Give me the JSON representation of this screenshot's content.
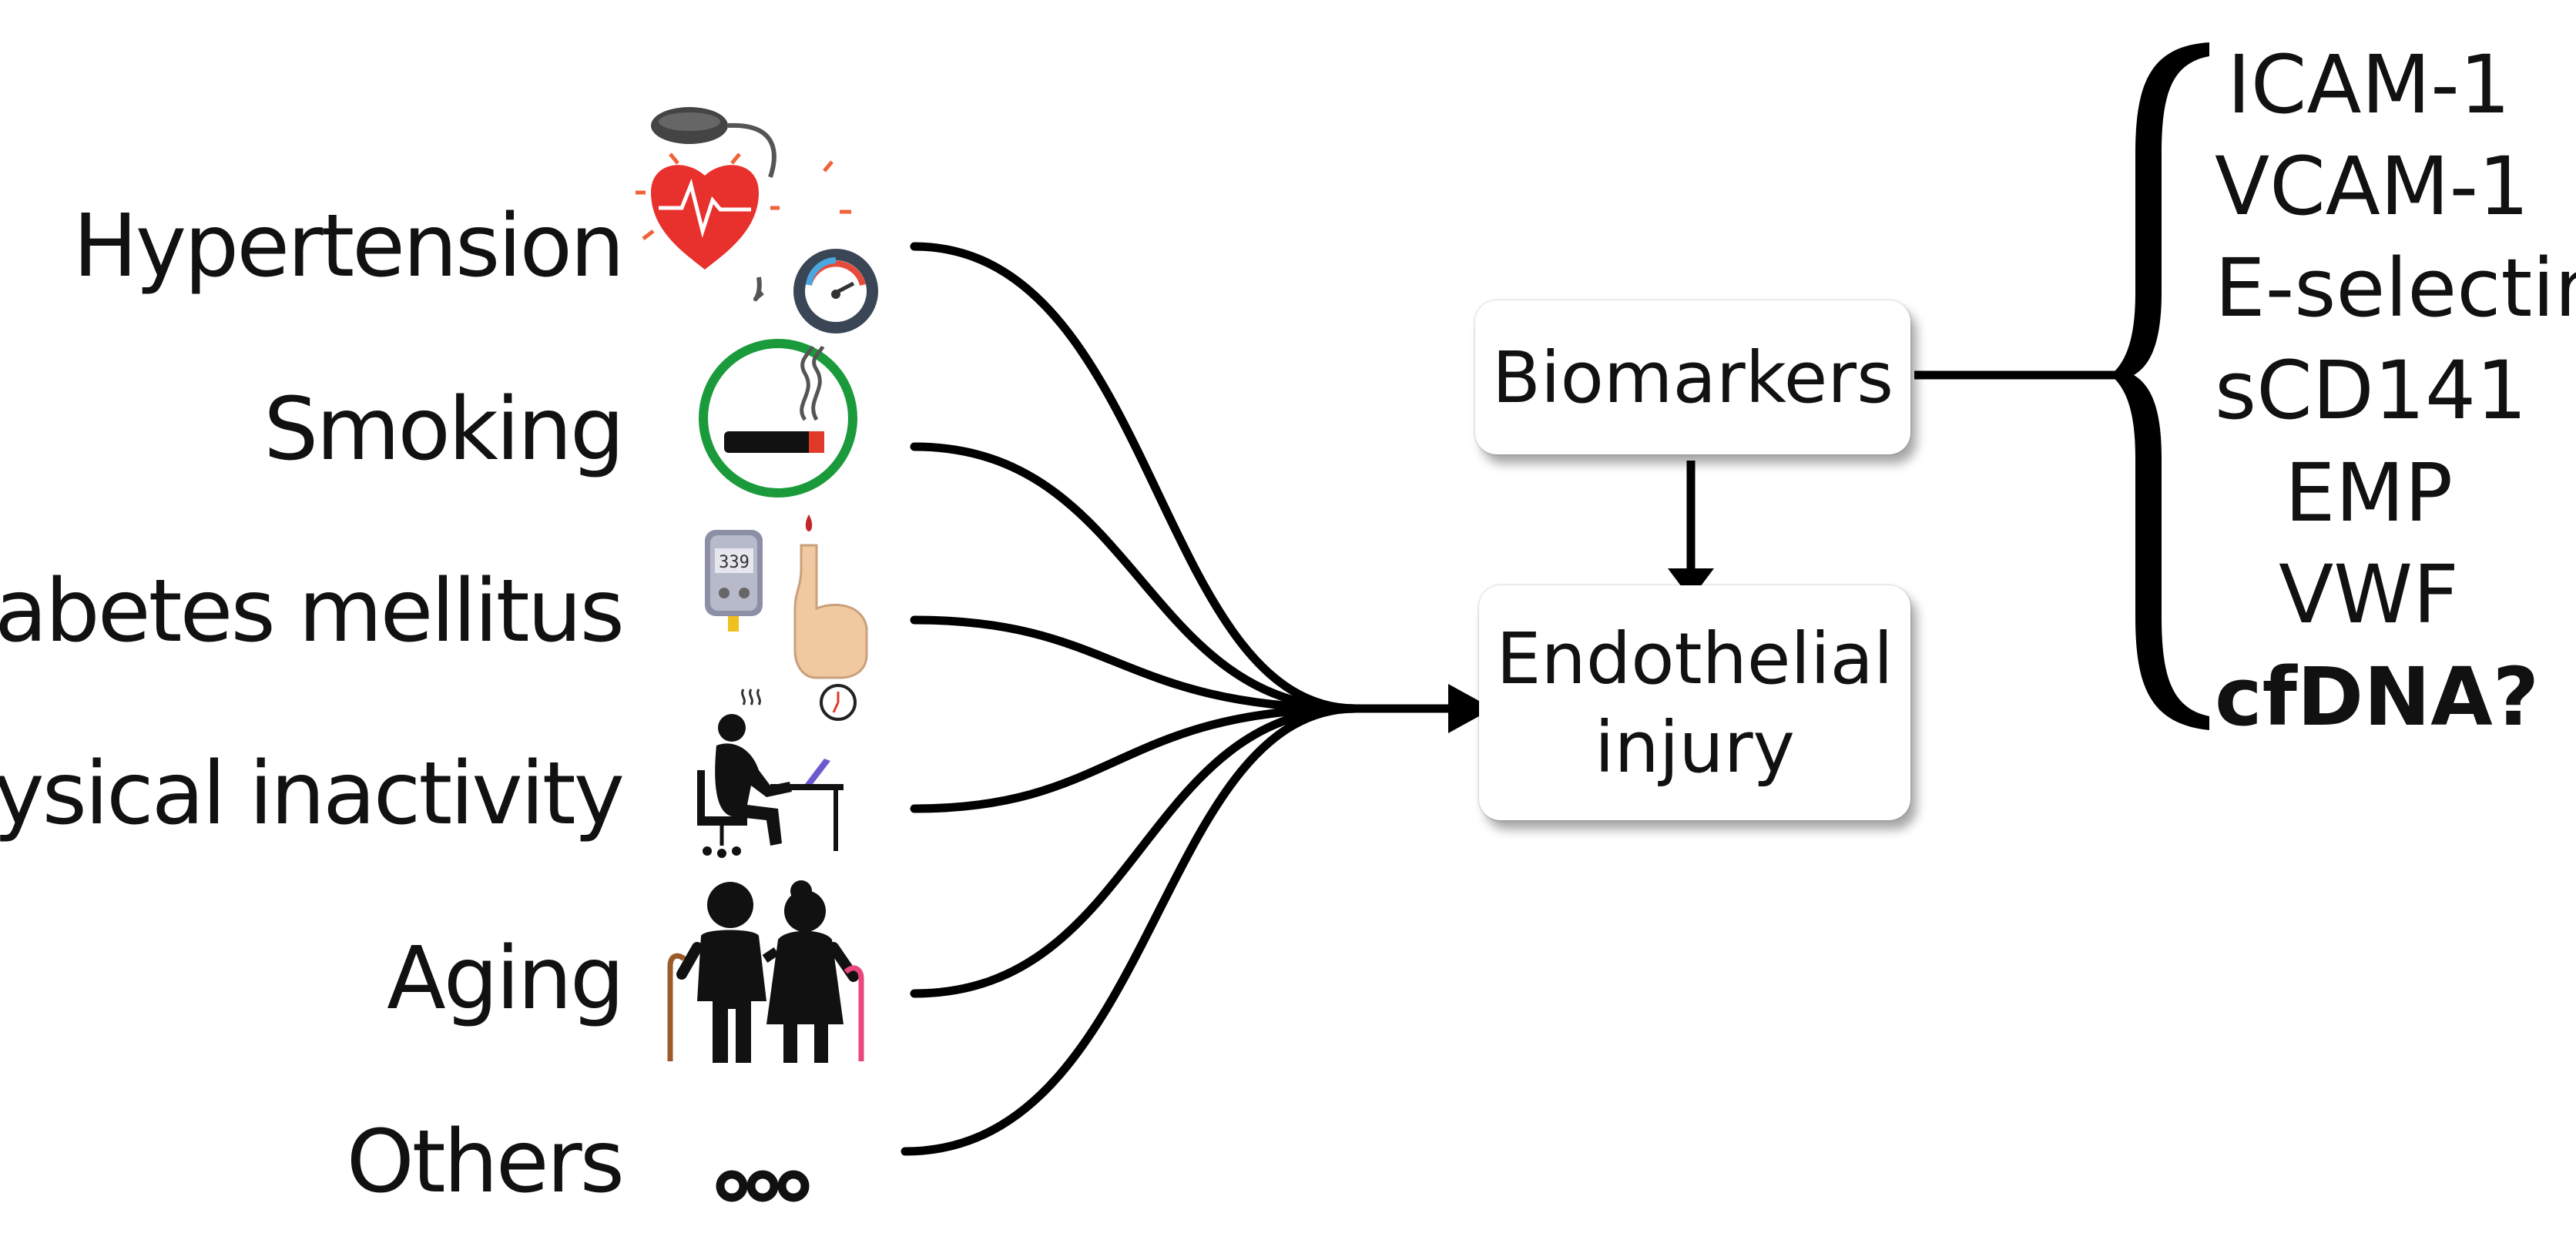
{
  "risk_factors": [
    {
      "label": "Hypertension",
      "icon": "blood-pressure-icon"
    },
    {
      "label": "Smoking",
      "icon": "no-smoking-icon"
    },
    {
      "label": "Diabetes mellitus",
      "icon": "glucose-meter-icon"
    },
    {
      "label": "Physical inactivity",
      "icon": "sedentary-desk-icon"
    },
    {
      "label": "Aging",
      "icon": "elderly-couple-icon"
    },
    {
      "label": "Others",
      "icon": "ellipsis-icon"
    }
  ],
  "glucose_reading": "339",
  "biomarkers_box": "Biomarkers",
  "injury_box": {
    "line1": "Endothelial",
    "line2": "injury"
  },
  "markers": [
    "ICAM-1",
    "VCAM-1",
    "E-selectin",
    "sCD141",
    "EMP",
    "VWF",
    "cfDNA?"
  ],
  "colors": {
    "line": "#000000",
    "smoking_ring": "#1a9a3a",
    "heart": "#e8302c",
    "cane_pink": "#e8467c",
    "cane_brown": "#9b5a2a",
    "skin": "#f0c9a0"
  }
}
